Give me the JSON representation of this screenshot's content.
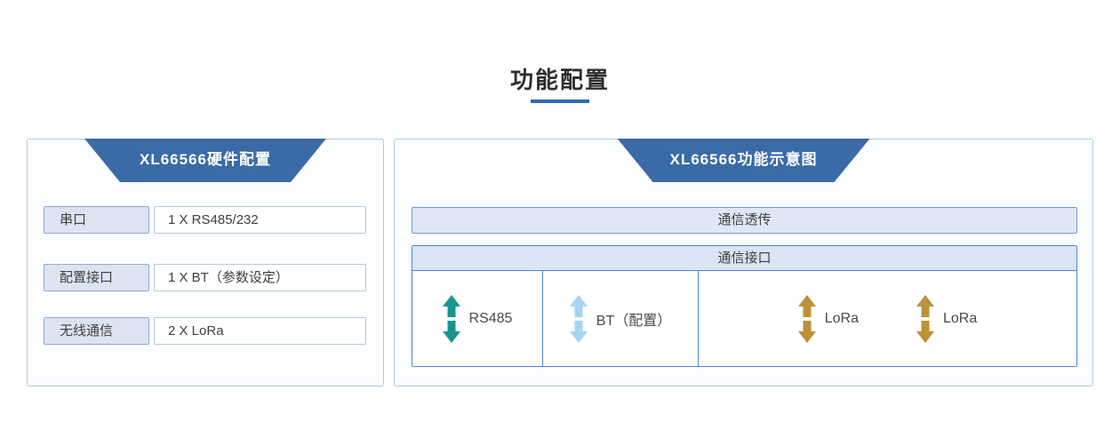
{
  "page": {
    "title": "功能配置"
  },
  "hardware_panel": {
    "title": "XL66566硬件配置",
    "rows": [
      {
        "label": "串口",
        "value": "1 X RS485/232"
      },
      {
        "label": "配置接口",
        "value": "1 X BT（参数设定）"
      },
      {
        "label": "无线通信",
        "value": "2 X LoRa"
      }
    ]
  },
  "function_panel": {
    "title": "XL66566功能示意图",
    "transparent_bar_label": "通信透传",
    "interface_table": {
      "header": "通信接口",
      "cells": [
        {
          "label": "RS485",
          "icon": "double-vertical-arrow-icon",
          "arrow_color": "#16968e"
        },
        {
          "label": "BT（配置）",
          "icon": "double-vertical-arrow-icon",
          "arrow_color": "#a6d4f3"
        },
        {
          "label": "LoRa",
          "icon": "double-vertical-arrow-icon",
          "arrow_color": "#bd9138"
        },
        {
          "label": "LoRa",
          "icon": "double-vertical-arrow-icon",
          "arrow_color": "#bd9138"
        }
      ]
    }
  },
  "colors": {
    "header_blue": "#3a6ba6",
    "panel_border": "#aec7e7",
    "title_underline": "#2d6cb3",
    "bar_fill": "#dfe7f6",
    "bar_border": "#7198d9",
    "table_border": "#4d86d5",
    "label_box_fill": "#dce4f2",
    "teal_arrow": "#16968e",
    "light_blue_arrow": "#a6d4f3",
    "gold_arrow": "#bd9138"
  }
}
